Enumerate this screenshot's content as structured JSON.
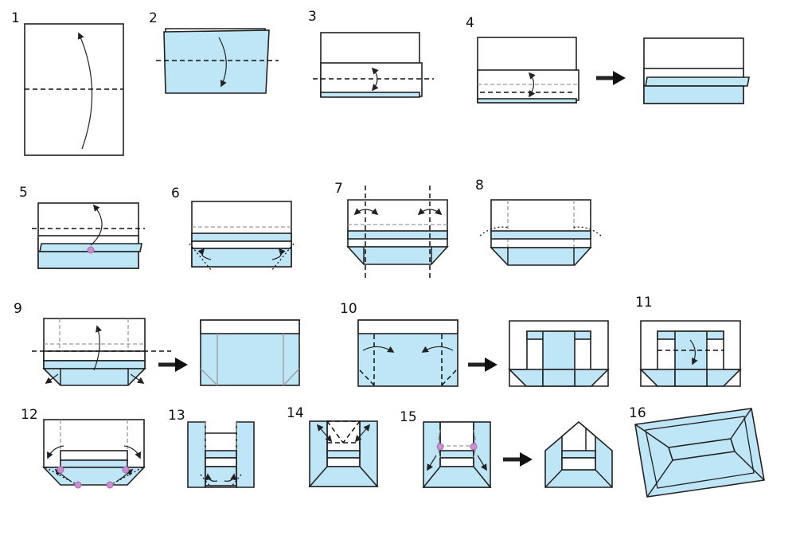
{
  "steps": [
    {
      "label": "1"
    },
    {
      "label": "2"
    },
    {
      "label": "3"
    },
    {
      "label": "4"
    },
    {
      "label": "5"
    },
    {
      "label": "6"
    },
    {
      "label": "7"
    },
    {
      "label": "8"
    },
    {
      "label": "9"
    },
    {
      "label": "10"
    },
    {
      "label": "11"
    },
    {
      "label": "12"
    },
    {
      "label": "13"
    },
    {
      "label": "14"
    },
    {
      "label": "15"
    },
    {
      "label": "16"
    }
  ],
  "colors": {
    "paper_white": "#ffffff",
    "paper_blue": "#bfe6f7",
    "outline": "#222222",
    "reference_point": "#c98fd0"
  }
}
